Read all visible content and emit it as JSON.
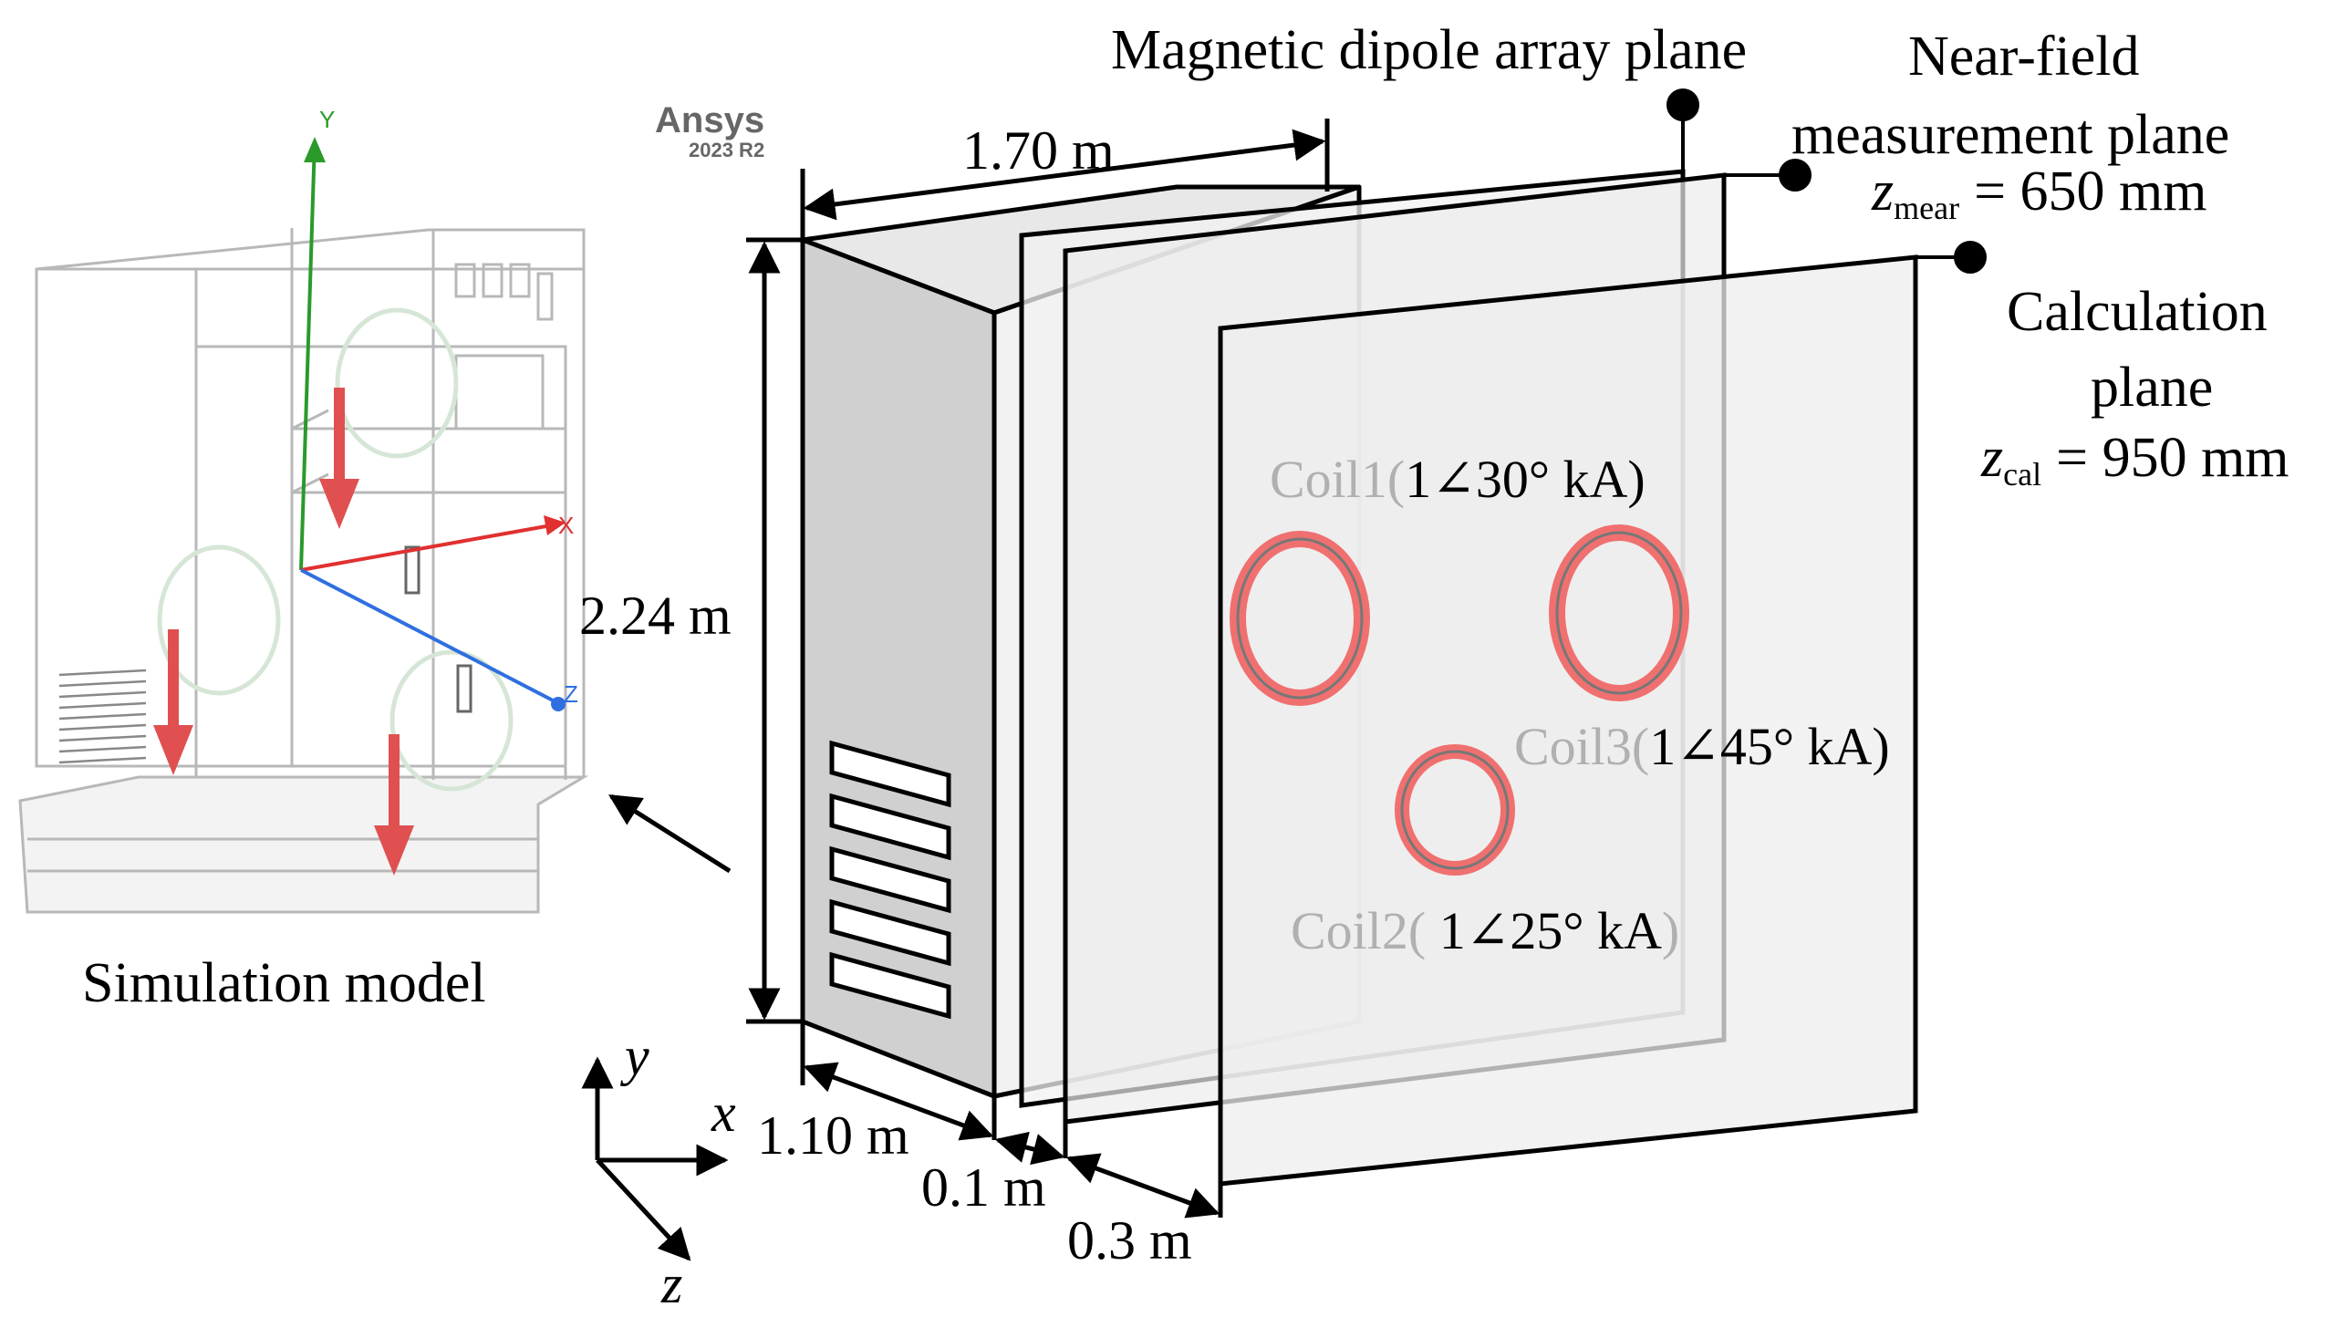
{
  "labels": {
    "dipole_plane": "Magnetic dipole array plane",
    "near_field_line1": "Near-field",
    "near_field_line2": "measurement plane",
    "z_mear_var": "z",
    "z_mear_sub": "mear",
    "z_mear_value": "= 650  mm",
    "calc_line1": "Calculation",
    "calc_line2": "plane",
    "z_cal_var": "z",
    "z_cal_sub": "cal",
    "z_cal_value": "= 950  mm",
    "simulation_model": "Simulation model"
  },
  "dimensions": {
    "width": "1.70 m",
    "height": "2.24 m",
    "depth": "1.10 m",
    "gap1": "0.1 m",
    "gap2": "0.3 m"
  },
  "coils": [
    {
      "name": "Coil1(",
      "value": "1∠30°  kA)"
    },
    {
      "name": "Coil3(",
      "value": "1∠45°  kA)"
    },
    {
      "name": "Coil2(",
      "value": " 1∠25°  kA",
      "close": ")"
    }
  ],
  "axes": {
    "x": "x",
    "y": "y",
    "z": "z"
  },
  "sim_axes": {
    "x": "X",
    "y": "Y",
    "z": "Z"
  },
  "ansys": {
    "brand": "Ansys",
    "version": "2023 R2"
  },
  "colors": {
    "coil_ring": "#f07070",
    "arrow_red": "#e05050",
    "axis_green": "#2a9a2a",
    "axis_red": "#e03030",
    "axis_blue": "#2f6fe0"
  }
}
